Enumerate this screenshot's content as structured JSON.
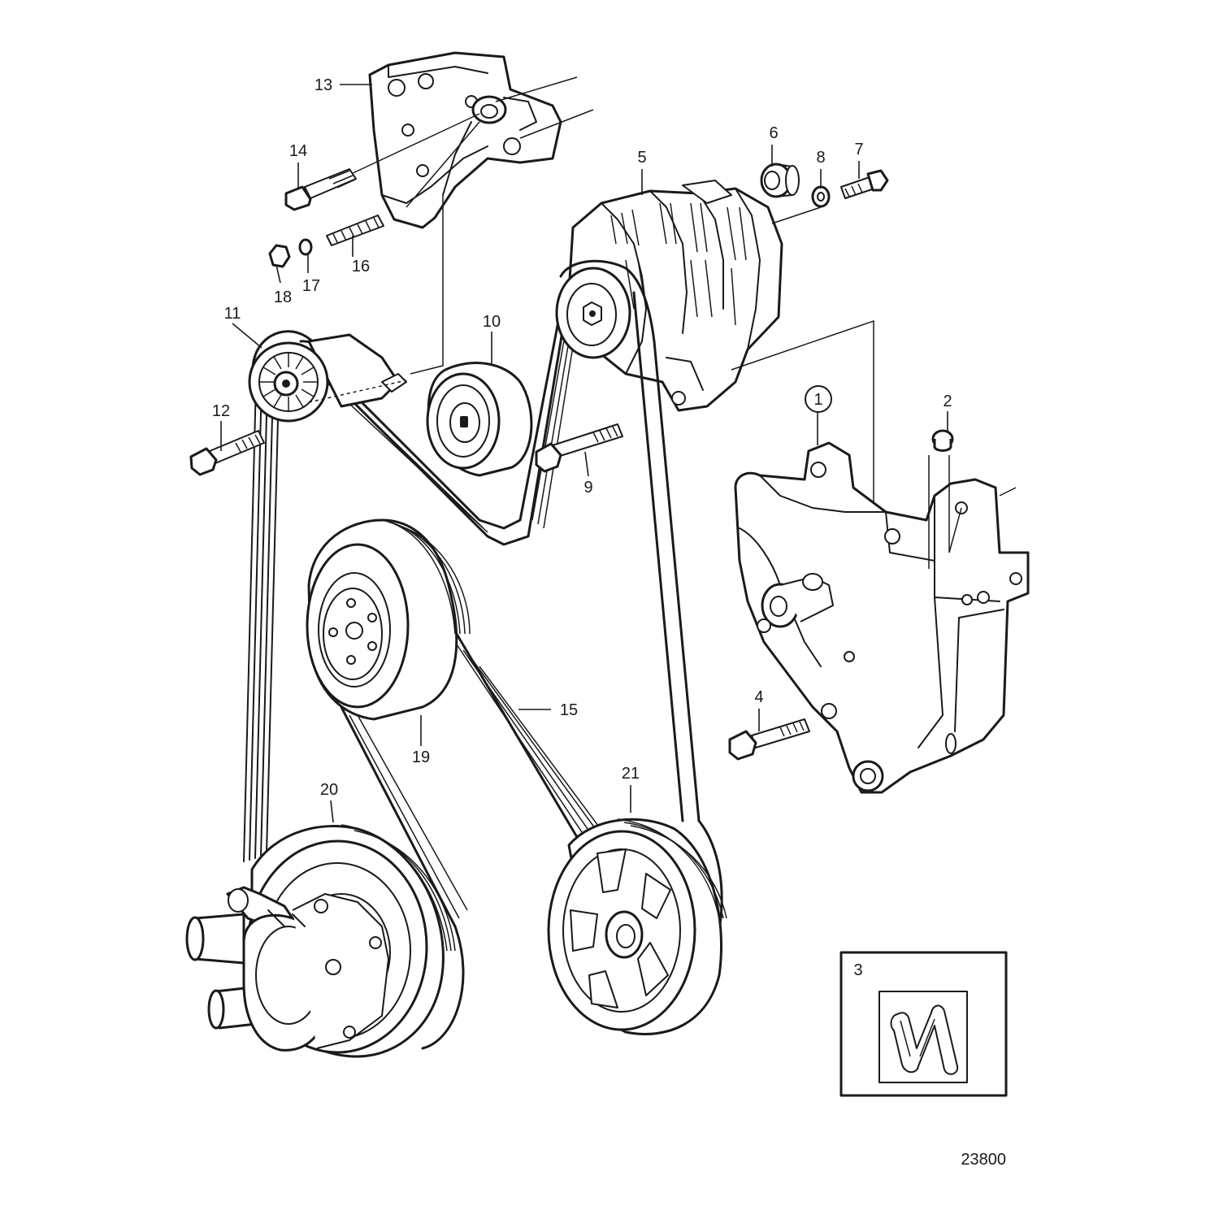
{
  "figure_number": "23800",
  "callouts": {
    "c1": "1",
    "c2": "2",
    "c3": "3",
    "c4": "4",
    "c5": "5",
    "c6": "6",
    "c7": "7",
    "c8": "8",
    "c9": "9",
    "c10": "10",
    "c11": "11",
    "c12": "12",
    "c13": "13",
    "c14": "14",
    "c15": "15",
    "c16": "16",
    "c17": "17",
    "c18": "18",
    "c19": "19",
    "c20": "20",
    "c21": "21"
  },
  "icons": {
    "belt_routing": "belt-routing-icon"
  }
}
